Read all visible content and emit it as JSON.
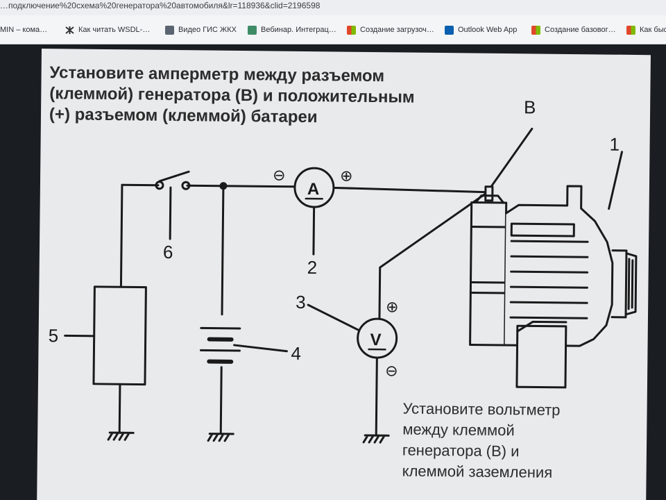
{
  "browser": {
    "url_text": "…подключение%20схема%20генератора%20автомобиля&lr=118936&clid=2196598",
    "bookmarks": [
      {
        "label": "MIN – кома…",
        "icon": "page-icon"
      },
      {
        "label": "Как читать WSDL-…",
        "icon": "star-icon"
      },
      {
        "label": "Видео ГИС ЖКХ",
        "icon": "document-icon"
      },
      {
        "label": "Вебинар. Интеграц…",
        "icon": "cloud-icon"
      },
      {
        "label": "Создание загрузоч…",
        "icon": "windows-icon"
      },
      {
        "label": "Outlook Web App",
        "icon": "outlook-icon"
      },
      {
        "label": "Создание базовог…",
        "icon": "windows-icon"
      },
      {
        "label": "Как быс",
        "icon": "windows-icon"
      }
    ]
  },
  "diagram": {
    "title_lines": [
      "Установите  амперметр между разъемом",
      "(клеммой) генератора (В) и положительным",
      "(+) разъемом (клеммой) батареи"
    ],
    "note_lines": [
      "Установите  вольтметр",
      "между клеммой",
      "генератора (В) и",
      "клеммой заземления"
    ],
    "terminal_b": "B",
    "labels": {
      "n1": "1",
      "n2": "2",
      "n3": "3",
      "n4": "4",
      "n5": "5",
      "n6": "6"
    },
    "ammeter": {
      "symbol": "A",
      "minus": "⊖",
      "plus": "⊕"
    },
    "voltmeter": {
      "symbol": "V",
      "minus": "⊖",
      "plus": "⊕"
    }
  }
}
